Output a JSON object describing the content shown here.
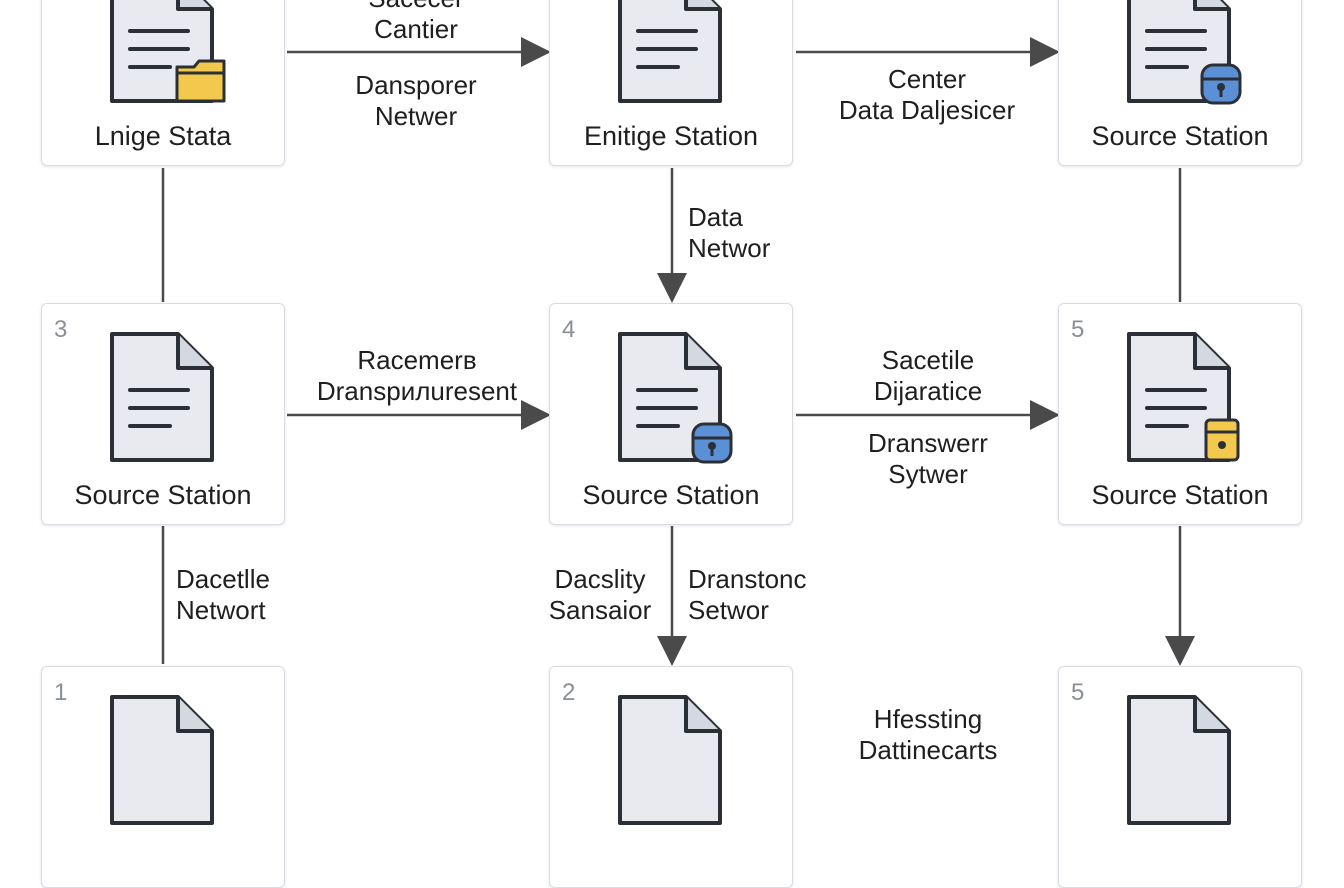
{
  "nodes": [
    {
      "id": "n1",
      "label": "Lnige Stata",
      "number": "",
      "badge": "folder-icon"
    },
    {
      "id": "n2",
      "label": "Enitige Station",
      "number": "",
      "badge": ""
    },
    {
      "id": "n3",
      "label": "Source Station",
      "number": "",
      "badge": "database-lock-icon"
    },
    {
      "id": "n4",
      "label": "Source Station",
      "number": "3",
      "badge": ""
    },
    {
      "id": "n5",
      "label": "Source Station",
      "number": "4",
      "badge": "database-lock-icon"
    },
    {
      "id": "n6",
      "label": "Source Station",
      "number": "5",
      "badge": "lock-icon"
    },
    {
      "id": "n7",
      "label": "",
      "number": "1",
      "badge": ""
    },
    {
      "id": "n8",
      "label": "",
      "number": "2",
      "badge": ""
    },
    {
      "id": "n9",
      "label": "",
      "number": "5",
      "badge": ""
    }
  ],
  "edge_labels": {
    "e1_top": [
      "Sacecer",
      "Cantier"
    ],
    "e1_bottom": [
      "Dansporer",
      "Netwer"
    ],
    "e2": [
      "Center",
      "Data Daljesicer"
    ],
    "e3": [
      "Data",
      "Networ"
    ],
    "e4": [
      "Racemerв",
      "Dranspилuresent"
    ],
    "e5_top": [
      "Sacetile",
      "Dijaratice"
    ],
    "e5_bottom": [
      "Dranswerr",
      "Sytwer"
    ],
    "e6": [
      "Dacetlle",
      "Networt"
    ],
    "e7_left": [
      "Dacslity",
      "Sansaior"
    ],
    "e7_right": [
      "Dranstonc",
      "Setwor"
    ],
    "e8": [
      "Hfessting",
      "Dattinecarts"
    ]
  },
  "colors": {
    "border": "#d9dde3",
    "doc_fill": "#e8eaf0",
    "doc_stroke": "#2b2f36",
    "folder": "#f2c94c",
    "lock_blue": "#5b8fd6",
    "lock_yellow": "#f2c94c",
    "arrow": "#4a4a4a"
  }
}
